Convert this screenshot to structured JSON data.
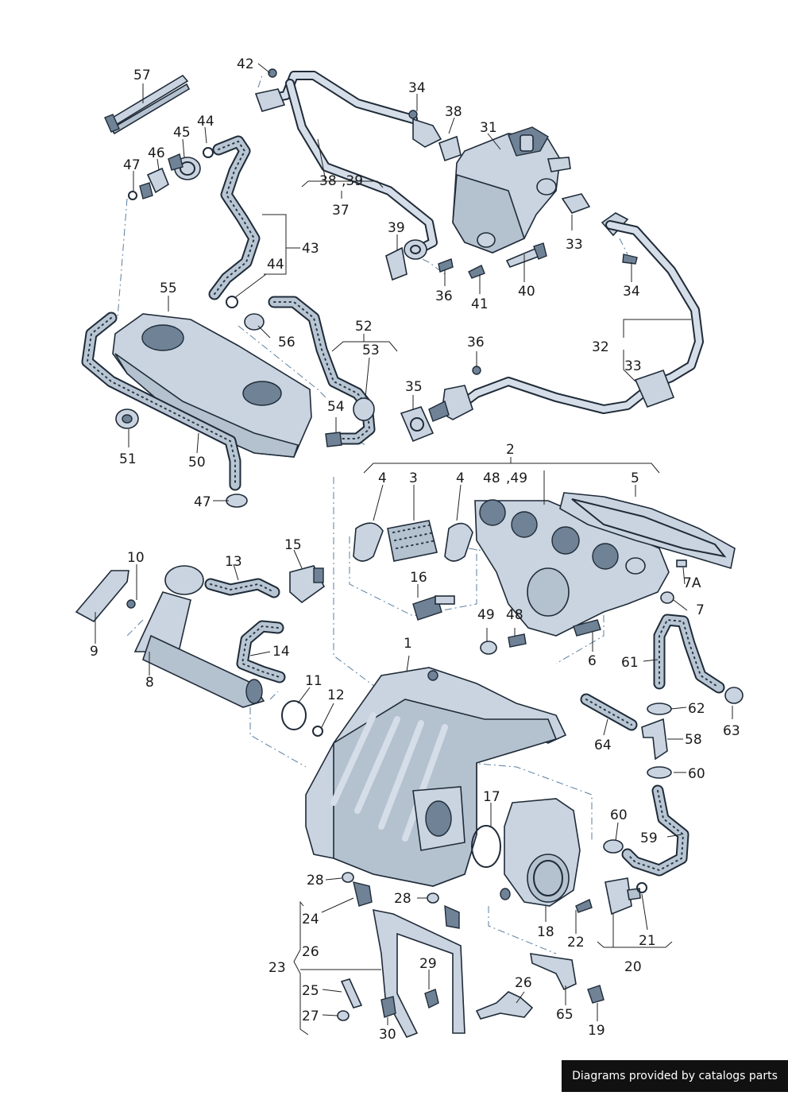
{
  "labels": {
    "l57": "57",
    "l42": "42",
    "l34a": "34",
    "l38a": "38",
    "l31": "31",
    "l45": "45",
    "l44a": "44",
    "l46": "46",
    "l47a": "47",
    "l38b": "38",
    "l39a": ",39",
    "l37": "37",
    "l39b": "39",
    "l33a": "33",
    "l43": "43",
    "l44b": "44",
    "l36a": "36",
    "l41": "41",
    "l40": "40",
    "l34b": "34",
    "l55": "55",
    "l56": "56",
    "l52": "52",
    "l53": "53",
    "l32": "32",
    "l33b": "33",
    "l36b": "36",
    "l35": "35",
    "l54": "54",
    "l51": "51",
    "l50": "50",
    "l47b": "47",
    "l2": "2",
    "l4a": "4",
    "l3": "3",
    "l4b": "4",
    "l48a": "48",
    "l49a": ",49",
    "l5": "5",
    "l10": "10",
    "l15": "15",
    "l13": "13",
    "l16": "16",
    "l7a": "7A",
    "l7": "7",
    "l49b": "49",
    "l48b": "48",
    "l6": "6",
    "l9": "9",
    "l8": "8",
    "l14": "14",
    "l1": "1",
    "l61": "61",
    "l11": "11",
    "l12": "12",
    "l62": "62",
    "l63": "63",
    "l64": "64",
    "l58": "58",
    "l60a": "60",
    "l17": "17",
    "l60b": "60",
    "l59": "59",
    "l28a": "28",
    "l28b": "28",
    "l24": "24",
    "l26a": "26",
    "l23": "23",
    "l18": "18",
    "l22": "22",
    "l21": "21",
    "l20": "20",
    "l29": "29",
    "l25": "25",
    "l27": "27",
    "l30": "30",
    "l26b": "26",
    "l65": "65",
    "l19": "19"
  },
  "credit": "Diagrams provided by catalogs parts"
}
